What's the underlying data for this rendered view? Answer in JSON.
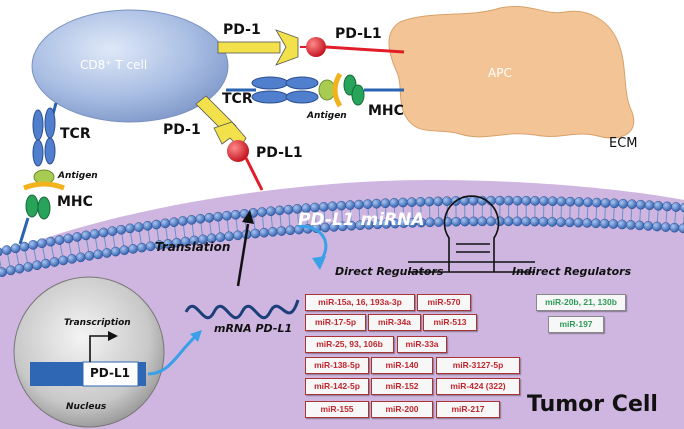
{
  "labels": {
    "t_cell": "CD8⁺ T cell",
    "apc": "APC",
    "ecm": "ECM",
    "tumor_cell": "Tumor Cell",
    "pd1_top": "PD-1",
    "pd1_left": "PD-1",
    "pdl1_top": "PD-L1",
    "pdl1_mid": "PD-L1",
    "tcr_center": "TCR",
    "tcr_left": "TCR",
    "mhc_center": "MHC",
    "mhc_left": "MHC",
    "antigen_center": "Antigen",
    "antigen_left": "Antigen",
    "pdl1_mirna": "PD-L1 miRNA",
    "translation": "Translation",
    "direct_regulators": "Direct Regulators",
    "indirect_regulators": "Indirect Regulators",
    "mrna": "mRNA PD-L1",
    "transcription": "Transcription",
    "gene": "PD-L1",
    "nucleus": "Nucleus"
  },
  "direct_mirnas": [
    "miR-15a, 16, 193a-3p",
    "miR-570",
    "miR-17-5p",
    "miR-34a",
    "miR-513",
    "miR-25, 93, 106b",
    "miR-33a",
    "miR-138-5p",
    "miR-140",
    "miR-3127-5p",
    "miR-142-5p",
    "miR-152",
    "miR-424 (322)",
    "miR-155",
    "miR-200",
    "miR-217"
  ],
  "indirect_mirnas": [
    "miR-20b, 21, 130b",
    "miR-197"
  ],
  "colors": {
    "tumor_fill": "#cdb3de",
    "t_cell": "#9fb6df",
    "apc": "#f3c596",
    "receptor_yellow": "#f2e14a",
    "pdl1_red": "#e11d2a",
    "tcr_blue": "#4f7fcd",
    "mhc_green": "#27a35a",
    "antigen_green": "#a8cc52",
    "direct_text": "#c0262e",
    "indirect_text": "#2e9a57"
  }
}
